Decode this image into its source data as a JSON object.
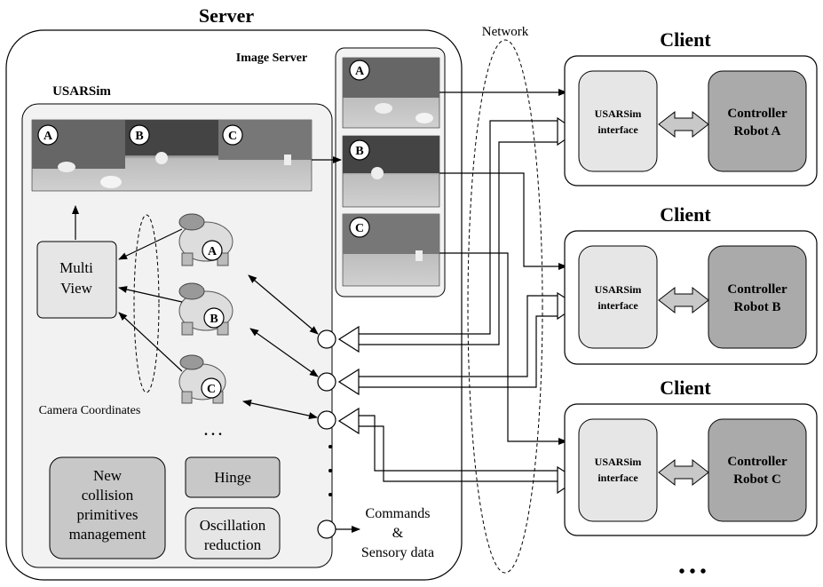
{
  "server": {
    "title": "Server",
    "image_server_label": "Image Server",
    "usarsim_label": "USARSim",
    "multi_view": [
      "Multi",
      "View"
    ],
    "camera_coordinates": "Camera Coordinates",
    "robots_ellipsis": ". . .",
    "boxes": {
      "collision": [
        "New",
        "collision",
        "primitives",
        "management"
      ],
      "hinge": "Hinge",
      "oscillation": [
        "Oscillation",
        "reduction"
      ]
    },
    "commands": [
      "Commands",
      "&",
      "Sensory data"
    ]
  },
  "network_label": "Network",
  "markers": [
    "A",
    "B",
    "C"
  ],
  "clients": [
    {
      "title": "Client",
      "interface": [
        "USARSim",
        "interface"
      ],
      "controller": [
        "Controller",
        "Robot A"
      ]
    },
    {
      "title": "Client",
      "interface": [
        "USARSim",
        "interface"
      ],
      "controller": [
        "Controller",
        "Robot B"
      ]
    },
    {
      "title": "Client",
      "interface": [
        "USARSim",
        "interface"
      ],
      "controller": [
        "Controller",
        "Robot C"
      ]
    }
  ],
  "clients_ellipsis": "•   •   •",
  "colors": {
    "box_light": "#e6e6e6",
    "box_mid": "#c8c8c8",
    "box_dark": "#aaaaaa",
    "panel": "#f2f2f2"
  }
}
